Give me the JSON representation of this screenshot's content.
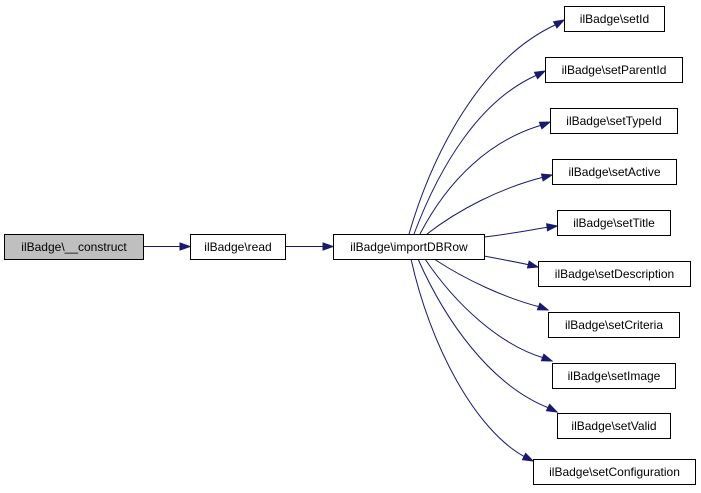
{
  "diagram": {
    "type": "call-graph",
    "colors": {
      "edge": "#191970",
      "root_fill": "#bfbfbf",
      "node_fill": "#ffffff",
      "border": "#000000"
    },
    "nodes": [
      {
        "id": "construct",
        "label": "ilBadge\\__construct",
        "highlighted": true
      },
      {
        "id": "read",
        "label": "ilBadge\\read",
        "highlighted": false
      },
      {
        "id": "importDBRow",
        "label": "ilBadge\\importDBRow",
        "highlighted": false
      },
      {
        "id": "setId",
        "label": "ilBadge\\setId",
        "highlighted": false
      },
      {
        "id": "setParentId",
        "label": "ilBadge\\setParentId",
        "highlighted": false
      },
      {
        "id": "setTypeId",
        "label": "ilBadge\\setTypeId",
        "highlighted": false
      },
      {
        "id": "setActive",
        "label": "ilBadge\\setActive",
        "highlighted": false
      },
      {
        "id": "setTitle",
        "label": "ilBadge\\setTitle",
        "highlighted": false
      },
      {
        "id": "setDescription",
        "label": "ilBadge\\setDescription",
        "highlighted": false
      },
      {
        "id": "setCriteria",
        "label": "ilBadge\\setCriteria",
        "highlighted": false
      },
      {
        "id": "setImage",
        "label": "ilBadge\\setImage",
        "highlighted": false
      },
      {
        "id": "setValid",
        "label": "ilBadge\\setValid",
        "highlighted": false
      },
      {
        "id": "setConfiguration",
        "label": "ilBadge\\setConfiguration",
        "highlighted": false
      }
    ],
    "edges": [
      {
        "from": "construct",
        "to": "read"
      },
      {
        "from": "read",
        "to": "importDBRow"
      },
      {
        "from": "importDBRow",
        "to": "setId"
      },
      {
        "from": "importDBRow",
        "to": "setParentId"
      },
      {
        "from": "importDBRow",
        "to": "setTypeId"
      },
      {
        "from": "importDBRow",
        "to": "setActive"
      },
      {
        "from": "importDBRow",
        "to": "setTitle"
      },
      {
        "from": "importDBRow",
        "to": "setDescription"
      },
      {
        "from": "importDBRow",
        "to": "setCriteria"
      },
      {
        "from": "importDBRow",
        "to": "setImage"
      },
      {
        "from": "importDBRow",
        "to": "setValid"
      },
      {
        "from": "importDBRow",
        "to": "setConfiguration"
      }
    ]
  }
}
